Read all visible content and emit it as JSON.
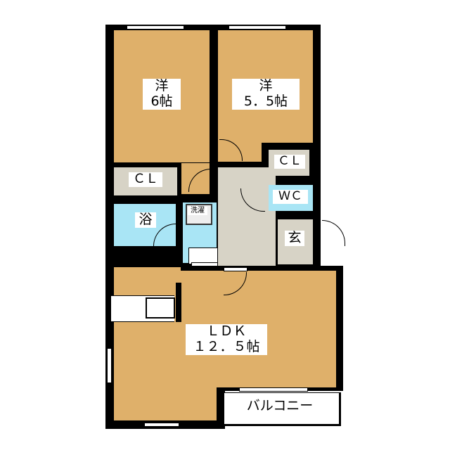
{
  "rooms": {
    "bedroom1": {
      "name": "洋",
      "size": "6帖"
    },
    "bedroom2": {
      "name": "洋",
      "size": "5．5帖"
    },
    "closet_left": "ＣＬ",
    "closet_right": "ＣＬ",
    "bath": "浴",
    "laundry": "洗濯",
    "toilet": "ＷＣ",
    "entrance": "玄",
    "ldk": {
      "name": "ＬＤＫ",
      "size": "１２．５帖"
    },
    "balcony": "バルコニー"
  },
  "colors": {
    "wood": "#DFB06A",
    "tile": "#D7D3C6",
    "water": "#A9E5F5",
    "wall": "#000000"
  }
}
